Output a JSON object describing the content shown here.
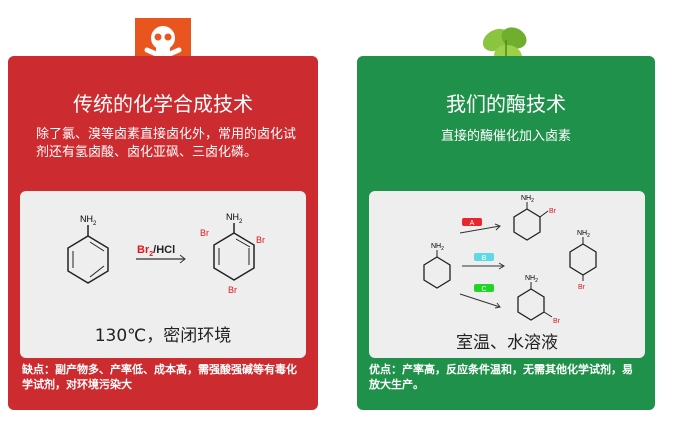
{
  "traditional": {
    "title": "传统的化学合成技术",
    "description": "除了氯、溴等卤素直接卤化外，常用的卤化试剂还有氢卤酸、卤化亚砜、三卤化磷。",
    "reagent_br": "Br",
    "reagent_sub": "2",
    "reagent_rest": "/HCl",
    "nh2": "NH",
    "sub2": "2",
    "br": "Br",
    "conditions": "130℃，密闭环境",
    "drawback": "缺点：副产物多、产率低、成本高，需强酸强碱等有毒化学试剂，对环境污染大"
  },
  "enzyme": {
    "title": "我们的酶技术",
    "description": "直接的酶催化加入卤素",
    "paths": [
      "A",
      "B",
      "C"
    ],
    "path_colors": [
      "#e8262b",
      "#5fd8e8",
      "#22d32a"
    ],
    "nh2": "NH",
    "sub2": "2",
    "br": "Br",
    "conditions": "室温、水溶液",
    "advantage": "优点：产率高，反应条件温和，无需其他化学试剂，易放大生产。"
  },
  "colors": {
    "red": "#cc2b30",
    "green": "#20914a",
    "warning_icon_bg": "#e8551f",
    "leaf": "#8bc53f"
  }
}
